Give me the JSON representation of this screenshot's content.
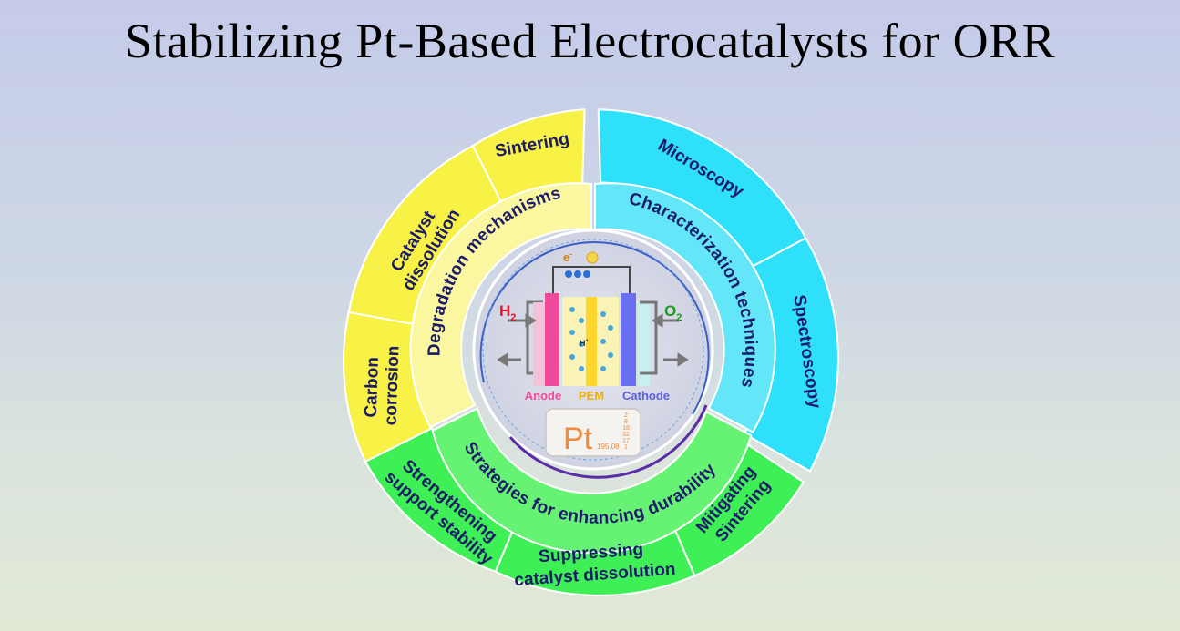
{
  "title": "Stabilizing Pt-Based Electrocatalysts for ORR",
  "colors": {
    "degradation_outer": "#f8f246",
    "degradation_inner": "#fbf7a0",
    "characterization_outer": "#2ee0fa",
    "characterization_inner": "#62e6f8",
    "strategies_outer": "#3ef056",
    "strategies_inner": "#66f272",
    "label": "#1b1b6a"
  },
  "inner_ring": {
    "degradation": "Degradation mechanisms",
    "characterization": "Characterization techniques",
    "strategies": "Strategies for enhancing durability"
  },
  "outer_segments": {
    "sintering": [
      "Sintering"
    ],
    "catalyst_dissolution": [
      "Catalyst",
      "dissolution"
    ],
    "carbon_corrosion": [
      "Carbon",
      "corrosion"
    ],
    "microscopy": [
      "Microscopy"
    ],
    "spectroscopy": [
      "Spectroscopy"
    ],
    "mitigating_sintering": [
      "Mitigating",
      "Sintering"
    ],
    "suppressing_dissolution": [
      "Suppressing",
      "catalyst dissolution"
    ],
    "strengthening_support": [
      "Strengthening",
      "support stability"
    ]
  },
  "fuel_cell": {
    "h2": "H",
    "h2_sub": "2",
    "o2": "O",
    "o2_sub": "2",
    "electron": "e",
    "electron_sup": "-",
    "proton": "H",
    "proton_sup": "+",
    "anode": "Anode",
    "pem": "PEM",
    "cathode": "Cathode"
  },
  "element_tile": {
    "symbol": "Pt",
    "mass": "195.08",
    "shells": [
      "2",
      "8",
      "18",
      "32",
      "17",
      "1"
    ]
  }
}
